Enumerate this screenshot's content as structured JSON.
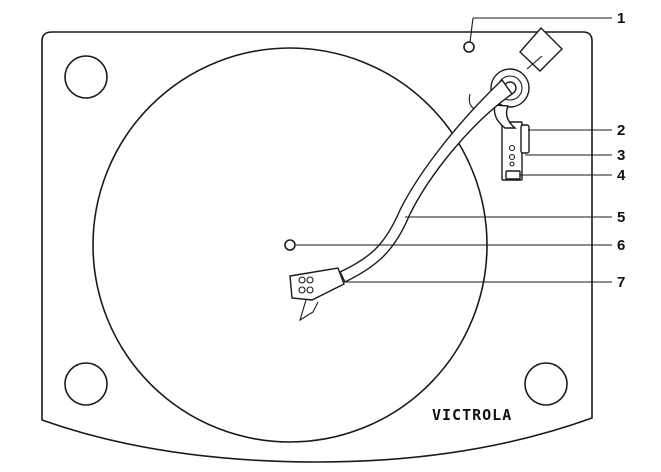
{
  "brand": "VICTROLA",
  "callouts": [
    "1",
    "2",
    "3",
    "4",
    "5",
    "6",
    "7"
  ]
}
